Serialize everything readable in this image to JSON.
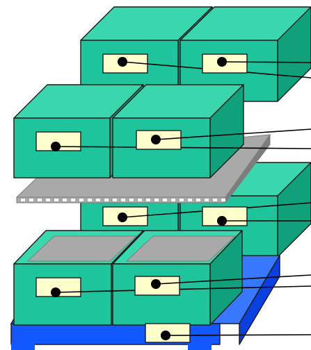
{
  "colors": {
    "box_front": "#1fc49c",
    "box_top": "#3ad6ae",
    "box_side": "#10a07c",
    "label": "#ffffcc",
    "pallet_front": "#1257ff",
    "pallet_top": "#3878ff",
    "pallet_side": "#0a40e0",
    "slip_sheet": "#a9a9a9",
    "slip_sheet_edge": "#7d7d7d",
    "outline": "#1a1a1a",
    "background": "#ffffff"
  },
  "icons": {
    "label_marker": "filled-circle",
    "leader": "straight-line"
  },
  "scene": {
    "pallet_count": 1,
    "slip_sheet_count": 1,
    "top_cap_sheets": 2,
    "box_layers": 4,
    "boxes_per_layer_visible": 2
  }
}
